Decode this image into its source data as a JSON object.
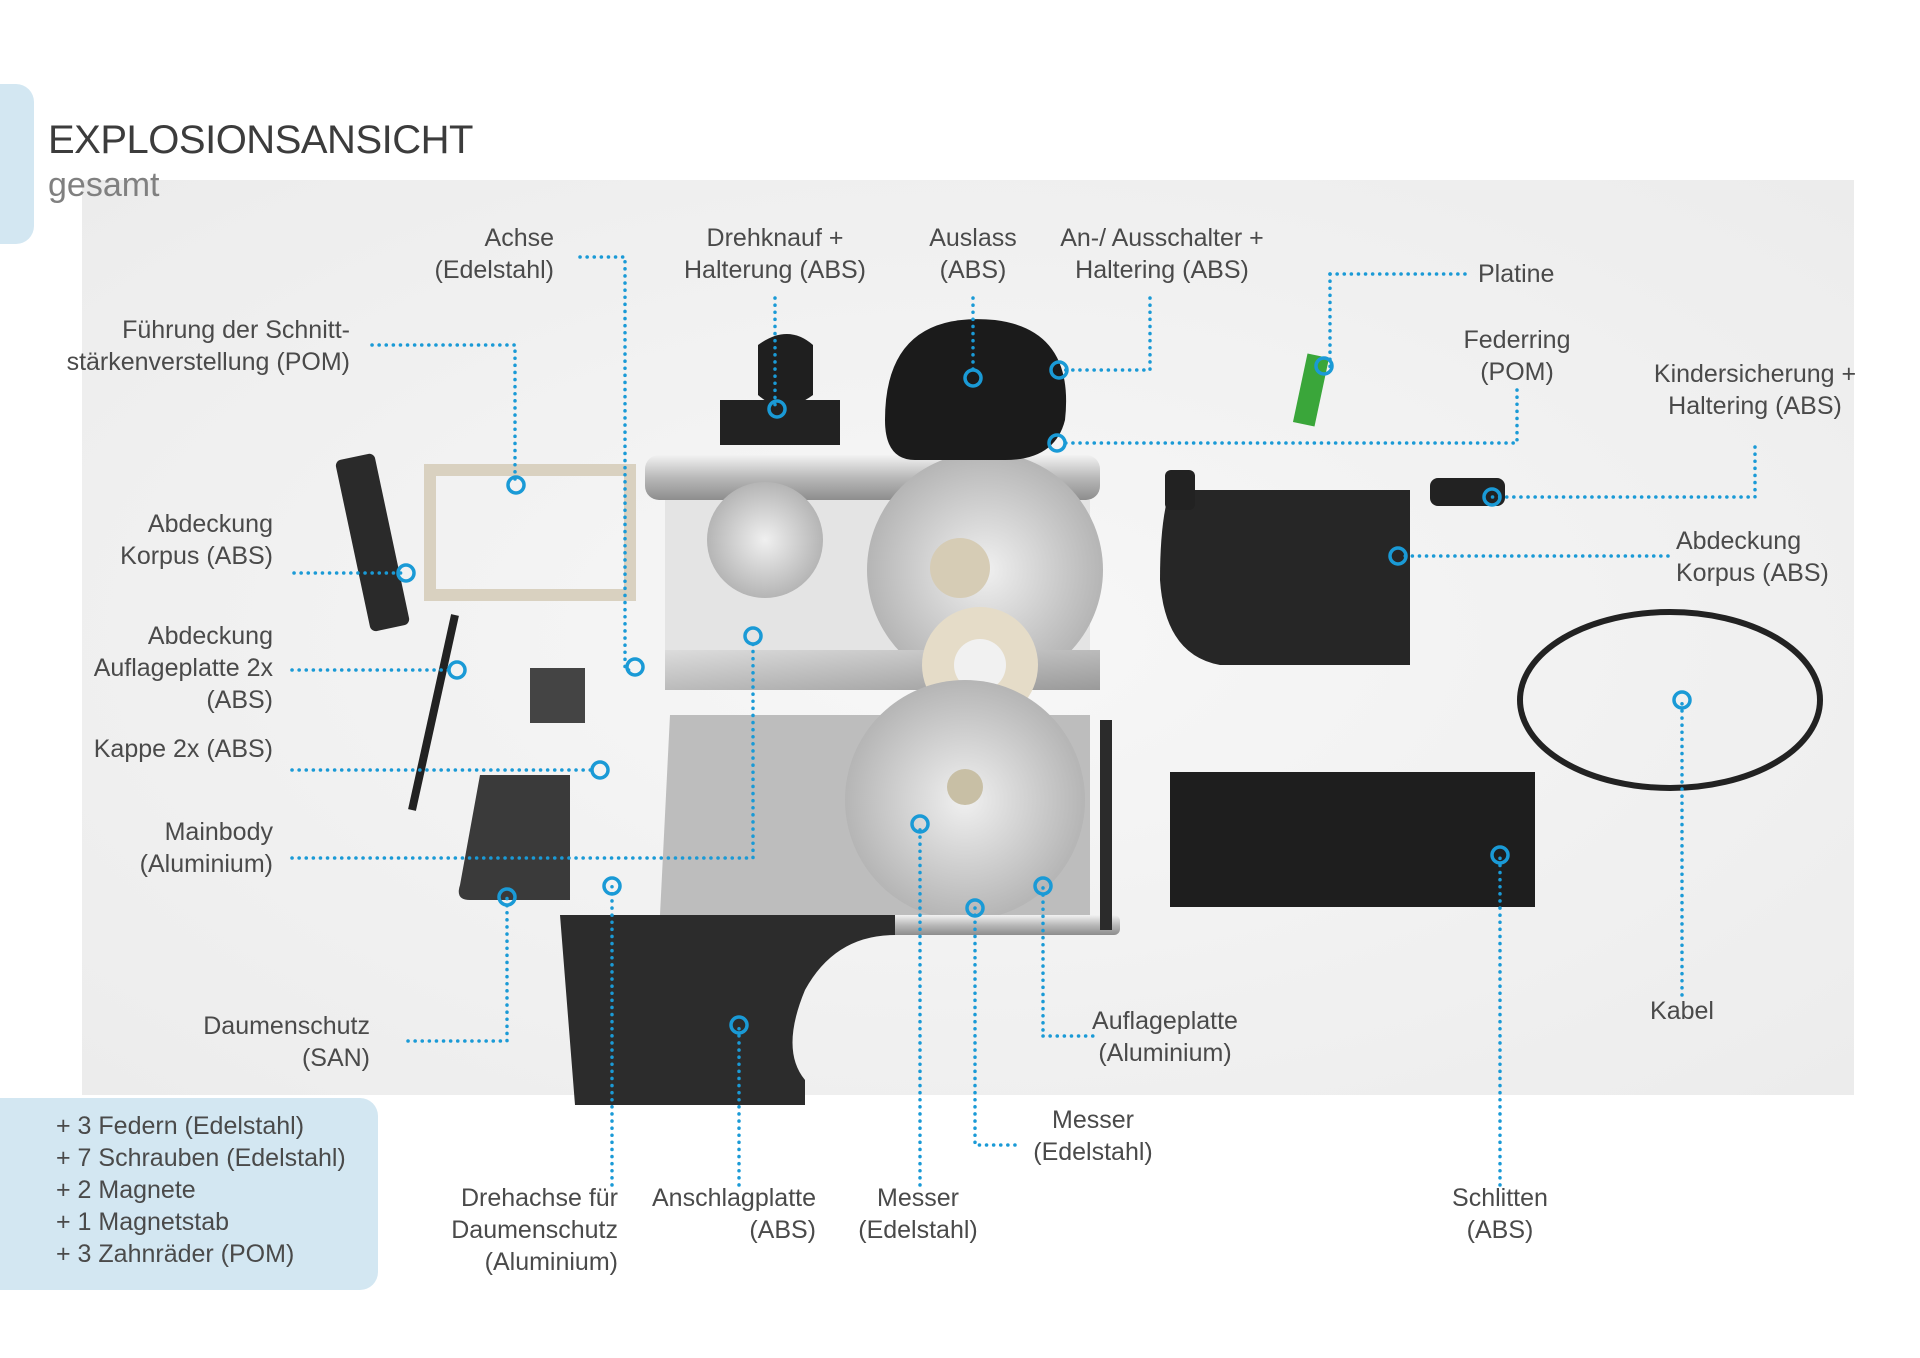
{
  "header": {
    "title": "EXPLOSIONSANSICHT",
    "subtitle": "gesamt"
  },
  "labels": {
    "achse": [
      "Achse",
      "(Edelstahl)"
    ],
    "drehknauf": [
      "Drehknauf +",
      "Halterung (ABS)"
    ],
    "auslass": [
      "Auslass",
      "(ABS)"
    ],
    "schalter": [
      "An-/ Ausschalter +",
      "Haltering (ABS)"
    ],
    "platine": [
      "Platine"
    ],
    "fuehrung": [
      "Führung der Schnitt-",
      "stärkenverstellung (POM)"
    ],
    "federring": [
      "Federring",
      "(POM)"
    ],
    "kindersicherung": [
      "Kindersicherung +",
      "Haltering (ABS)"
    ],
    "abdeckung_korpus_left": [
      "Abdeckung",
      "Korpus (ABS)"
    ],
    "abdeckung_korpus_right": [
      "Abdeckung",
      "Korpus (ABS)"
    ],
    "abdeckung_auflageplatte": [
      "Abdeckung",
      "Auflageplatte 2x",
      "(ABS)"
    ],
    "kappe": [
      "Kappe 2x (ABS)"
    ],
    "mainbody": [
      "Mainbody",
      "(Aluminium)"
    ],
    "daumenschutz": [
      "Daumenschutz",
      "(SAN)"
    ],
    "kabel": [
      "Kabel"
    ],
    "auflageplatte": [
      "Auflageplatte",
      "(Aluminium)"
    ],
    "messer_right": [
      "Messer",
      "(Edelstahl)"
    ],
    "drehachse": [
      "Drehachse für",
      "Daumenschutz",
      "(Aluminium)"
    ],
    "anschlagplatte": [
      "Anschlagplatte",
      "(ABS)"
    ],
    "messer_bottom": [
      "Messer",
      "(Edelstahl)"
    ],
    "schlitten": [
      "Schlitten",
      "(ABS)"
    ]
  },
  "extras": [
    "+ 3 Federn (Edelstahl)",
    "+ 7 Schrauben (Edelstahl)",
    "+ 2 Magnete",
    "+ 1 Magnetstab",
    "+ 3 Zahnräder (POM)"
  ],
  "colors": {
    "accent": "#1a9ad6",
    "panel": "#d3e7f2",
    "text": "#4a4a4a"
  }
}
